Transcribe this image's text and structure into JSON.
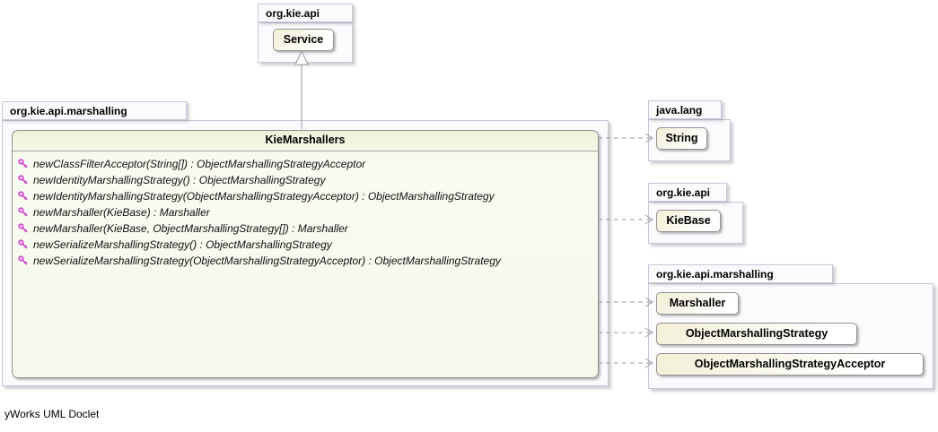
{
  "footer": {
    "label": "yWorks UML Doclet"
  },
  "colors": {
    "package_fill": "#fbfbfe",
    "package_border": "#c6c6da",
    "class_border": "#8f8f8f",
    "class_fill": "#f2efd6",
    "big_class_fill": "#ecf2d9",
    "connector": "#9a9a9a",
    "method_icon": "#d42ad4"
  },
  "packages": {
    "api_top": {
      "label": "org.kie.api",
      "class": {
        "name": "Service"
      }
    },
    "marshalling_main": {
      "label": "org.kie.api.marshalling",
      "class": {
        "name": "KieMarshallers",
        "methods": [
          "newClassFilterAcceptor(String[]) : ObjectMarshallingStrategyAcceptor",
          "newIdentityMarshallingStrategy() : ObjectMarshallingStrategy",
          "newIdentityMarshallingStrategy(ObjectMarshallingStrategyAcceptor) : ObjectMarshallingStrategy",
          "newMarshaller(KieBase) : Marshaller",
          "newMarshaller(KieBase, ObjectMarshallingStrategy[]) : Marshaller",
          "newSerializeMarshallingStrategy() : ObjectMarshallingStrategy",
          "newSerializeMarshallingStrategy(ObjectMarshallingStrategyAcceptor) : ObjectMarshallingStrategy"
        ]
      }
    },
    "java_lang": {
      "label": "java.lang",
      "class": {
        "name": "String"
      }
    },
    "api_right": {
      "label": "org.kie.api",
      "class": {
        "name": "KieBase"
      }
    },
    "marshalling_right": {
      "label": "org.kie.api.marshalling",
      "classes": [
        "Marshaller",
        "ObjectMarshallingStrategy",
        "ObjectMarshallingStrategyAcceptor"
      ]
    }
  }
}
